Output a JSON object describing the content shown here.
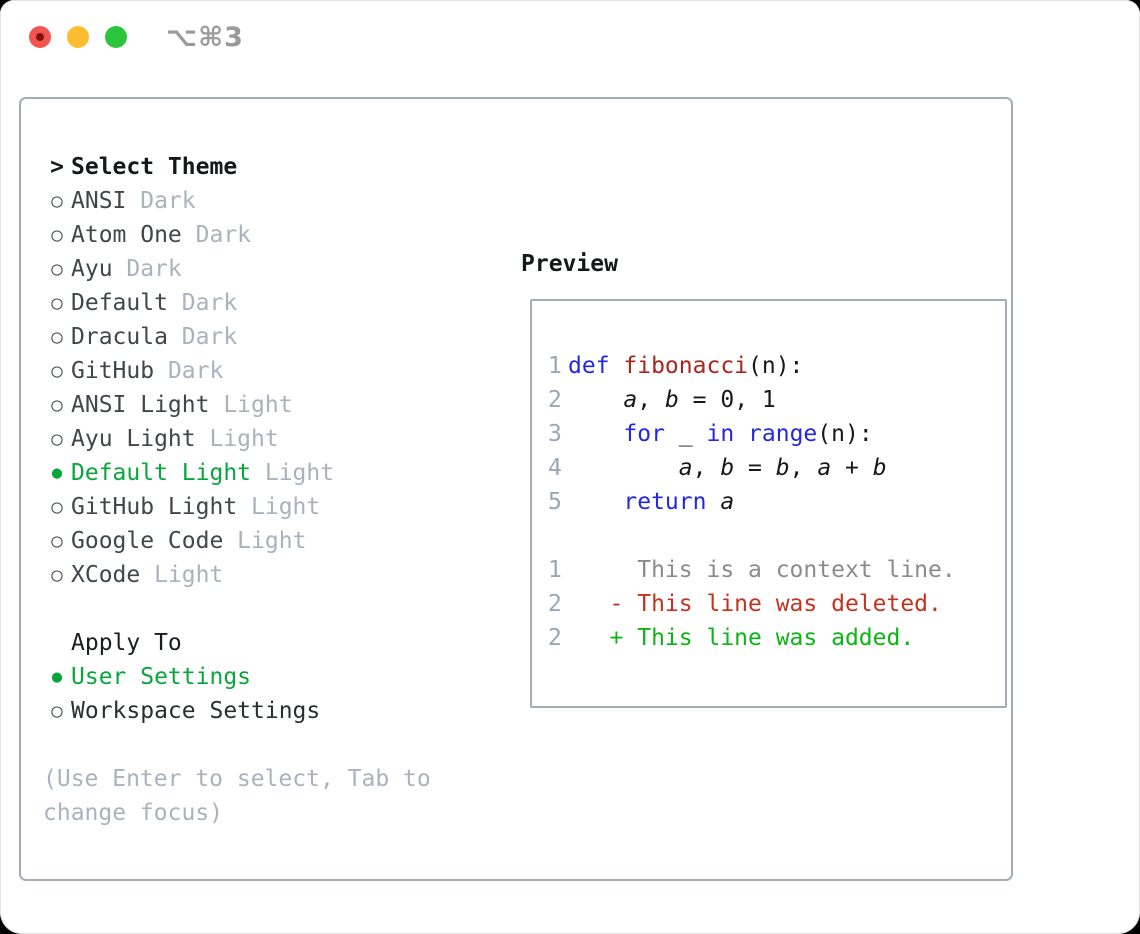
{
  "window": {
    "title": "⌥⌘3",
    "traffic_lights": [
      "close",
      "minimize",
      "zoom"
    ]
  },
  "colors": {
    "selection_green": "#09a63e",
    "keyword_blue": "#2328e0",
    "function_red": "#a8271c",
    "diff_deleted_red": "#c5331f",
    "diff_added_green": "#0db514",
    "context_gray": "#8b8b8b",
    "muted_gray": "#a9b2bd",
    "panel_border": "#a3acb8",
    "traffic_red": "#f3564f",
    "traffic_yellow": "#fbbd2d",
    "traffic_green": "#2bc43d"
  },
  "theme_picker": {
    "heading_prefix": ">",
    "heading": "Select Theme",
    "marker_unselected": "○",
    "marker_selected": "●",
    "themes": [
      {
        "name": "ANSI",
        "tag": "Dark",
        "selected": false
      },
      {
        "name": "Atom One",
        "tag": "Dark",
        "selected": false
      },
      {
        "name": "Ayu",
        "tag": "Dark",
        "selected": false
      },
      {
        "name": "Default",
        "tag": "Dark",
        "selected": false
      },
      {
        "name": "Dracula",
        "tag": "Dark",
        "selected": false
      },
      {
        "name": "GitHub",
        "tag": "Dark",
        "selected": false
      },
      {
        "name": "ANSI Light",
        "tag": "Light",
        "selected": false
      },
      {
        "name": "Ayu Light",
        "tag": "Light",
        "selected": false
      },
      {
        "name": "Default Light",
        "tag": "Light",
        "selected": true
      },
      {
        "name": "GitHub Light",
        "tag": "Light",
        "selected": false
      },
      {
        "name": "Google Code",
        "tag": "Light",
        "selected": false
      },
      {
        "name": "XCode",
        "tag": "Light",
        "selected": false
      }
    ],
    "apply_to": {
      "heading": "Apply To",
      "options": [
        {
          "label": "User Settings",
          "selected": true
        },
        {
          "label": "Workspace Settings",
          "selected": false
        }
      ]
    },
    "help_lines": [
      "(Use Enter to select, Tab to",
      "change focus)"
    ]
  },
  "preview": {
    "heading": "Preview",
    "lines": [
      {
        "num": "1",
        "segments": [
          {
            "text": "def ",
            "style": "kw"
          },
          {
            "text": "fibonacci",
            "style": "fn"
          },
          {
            "text": "(n):",
            "style": "plain"
          }
        ]
      },
      {
        "num": "2",
        "segments": [
          {
            "text": "    ",
            "style": "plain"
          },
          {
            "text": "a",
            "style": "var"
          },
          {
            "text": ", ",
            "style": "plain"
          },
          {
            "text": "b",
            "style": "var"
          },
          {
            "text": " = 0, 1",
            "style": "plain"
          }
        ]
      },
      {
        "num": "3",
        "segments": [
          {
            "text": "    ",
            "style": "plain"
          },
          {
            "text": "for",
            "style": "kw"
          },
          {
            "text": " _ ",
            "style": "plain"
          },
          {
            "text": "in",
            "style": "kw"
          },
          {
            "text": " ",
            "style": "plain"
          },
          {
            "text": "range",
            "style": "kw"
          },
          {
            "text": "(n):",
            "style": "plain"
          }
        ]
      },
      {
        "num": "4",
        "segments": [
          {
            "text": "        ",
            "style": "plain"
          },
          {
            "text": "a",
            "style": "var"
          },
          {
            "text": ", ",
            "style": "plain"
          },
          {
            "text": "b",
            "style": "var"
          },
          {
            "text": " = ",
            "style": "plain"
          },
          {
            "text": "b",
            "style": "var"
          },
          {
            "text": ", ",
            "style": "plain"
          },
          {
            "text": "a",
            "style": "var"
          },
          {
            "text": " + ",
            "style": "plain"
          },
          {
            "text": "b",
            "style": "var"
          }
        ]
      },
      {
        "num": "5",
        "segments": [
          {
            "text": "    ",
            "style": "plain"
          },
          {
            "text": "return",
            "style": "kw"
          },
          {
            "text": " ",
            "style": "plain"
          },
          {
            "text": "a",
            "style": "var"
          }
        ]
      },
      {
        "num": "",
        "segments": []
      },
      {
        "num": "1",
        "segments": [
          {
            "text": "     This is a context line.",
            "style": "ctx"
          }
        ]
      },
      {
        "num": "2",
        "segments": [
          {
            "text": "   - This line was deleted.",
            "style": "del"
          }
        ]
      },
      {
        "num": "2",
        "segments": [
          {
            "text": "   + This line was added.",
            "style": "add"
          }
        ]
      }
    ]
  }
}
